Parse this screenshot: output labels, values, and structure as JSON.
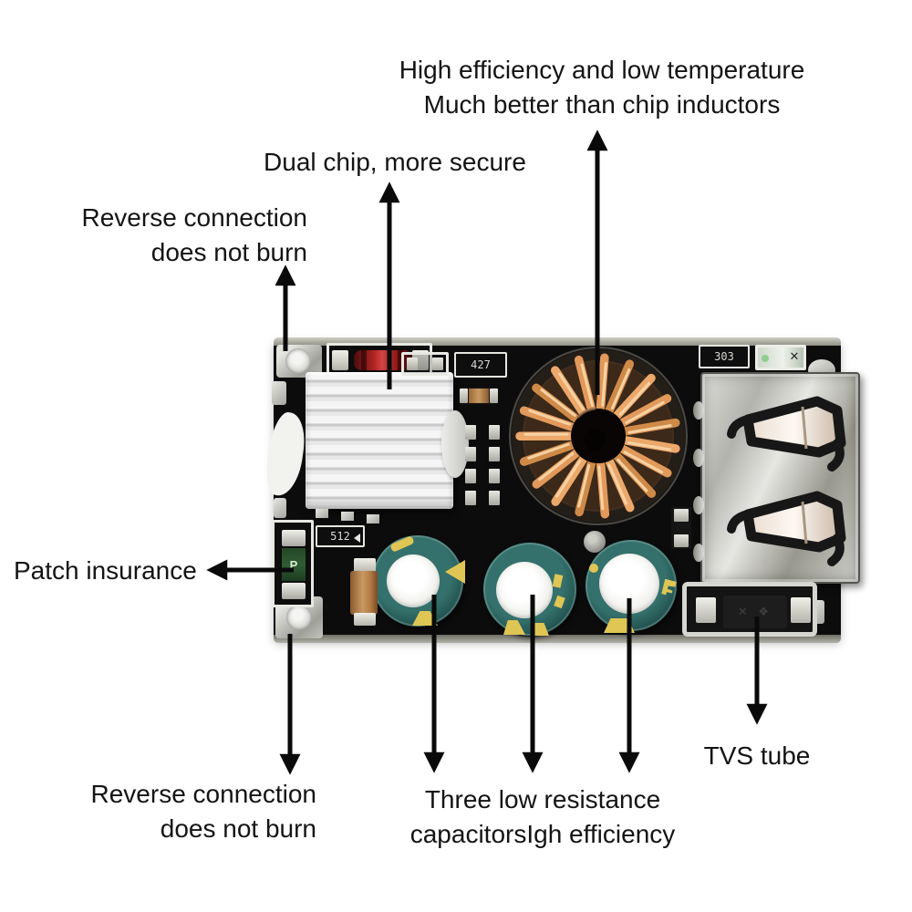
{
  "annotations": {
    "high_efficiency": {
      "line1": "High efficiency and low temperature",
      "line2": "Much better than chip inductors"
    },
    "dual_chip": {
      "line1": "Dual chip, more secure"
    },
    "reverse_top": {
      "line1": "Reverse connection",
      "line2": "does not burn"
    },
    "patch_insurance": {
      "line1": "Patch insurance"
    },
    "reverse_bottom": {
      "line1": "Reverse connection",
      "line2": "does not burn"
    },
    "three_capacitors": {
      "line1": "Three low resistance",
      "line2": "capacitorsIgh efficiency"
    },
    "tvs_tube": {
      "line1": "TVS tube"
    }
  },
  "board_markings": {
    "smd_427": "427",
    "smd_512": "512",
    "smd_303": "303",
    "fuse": "P",
    "tvs_marks": "✕ ❖"
  },
  "colors": {
    "background": "#ffffff",
    "text": "#141414",
    "arrow": "#0a0a0a",
    "pcb": "#0c0c0c",
    "copper": "#dd9455",
    "copper_highlight": "#f6d2a4",
    "capacitor_teal": "#2a5f5b",
    "capacitor_top": "#f2f2ef",
    "marking_yellow": "#dfc654",
    "heatsink": "#ececec",
    "usb_metal": "#c6c6c2",
    "diode_red": "#a31b1b",
    "fuse_green": "#2f5c34"
  }
}
